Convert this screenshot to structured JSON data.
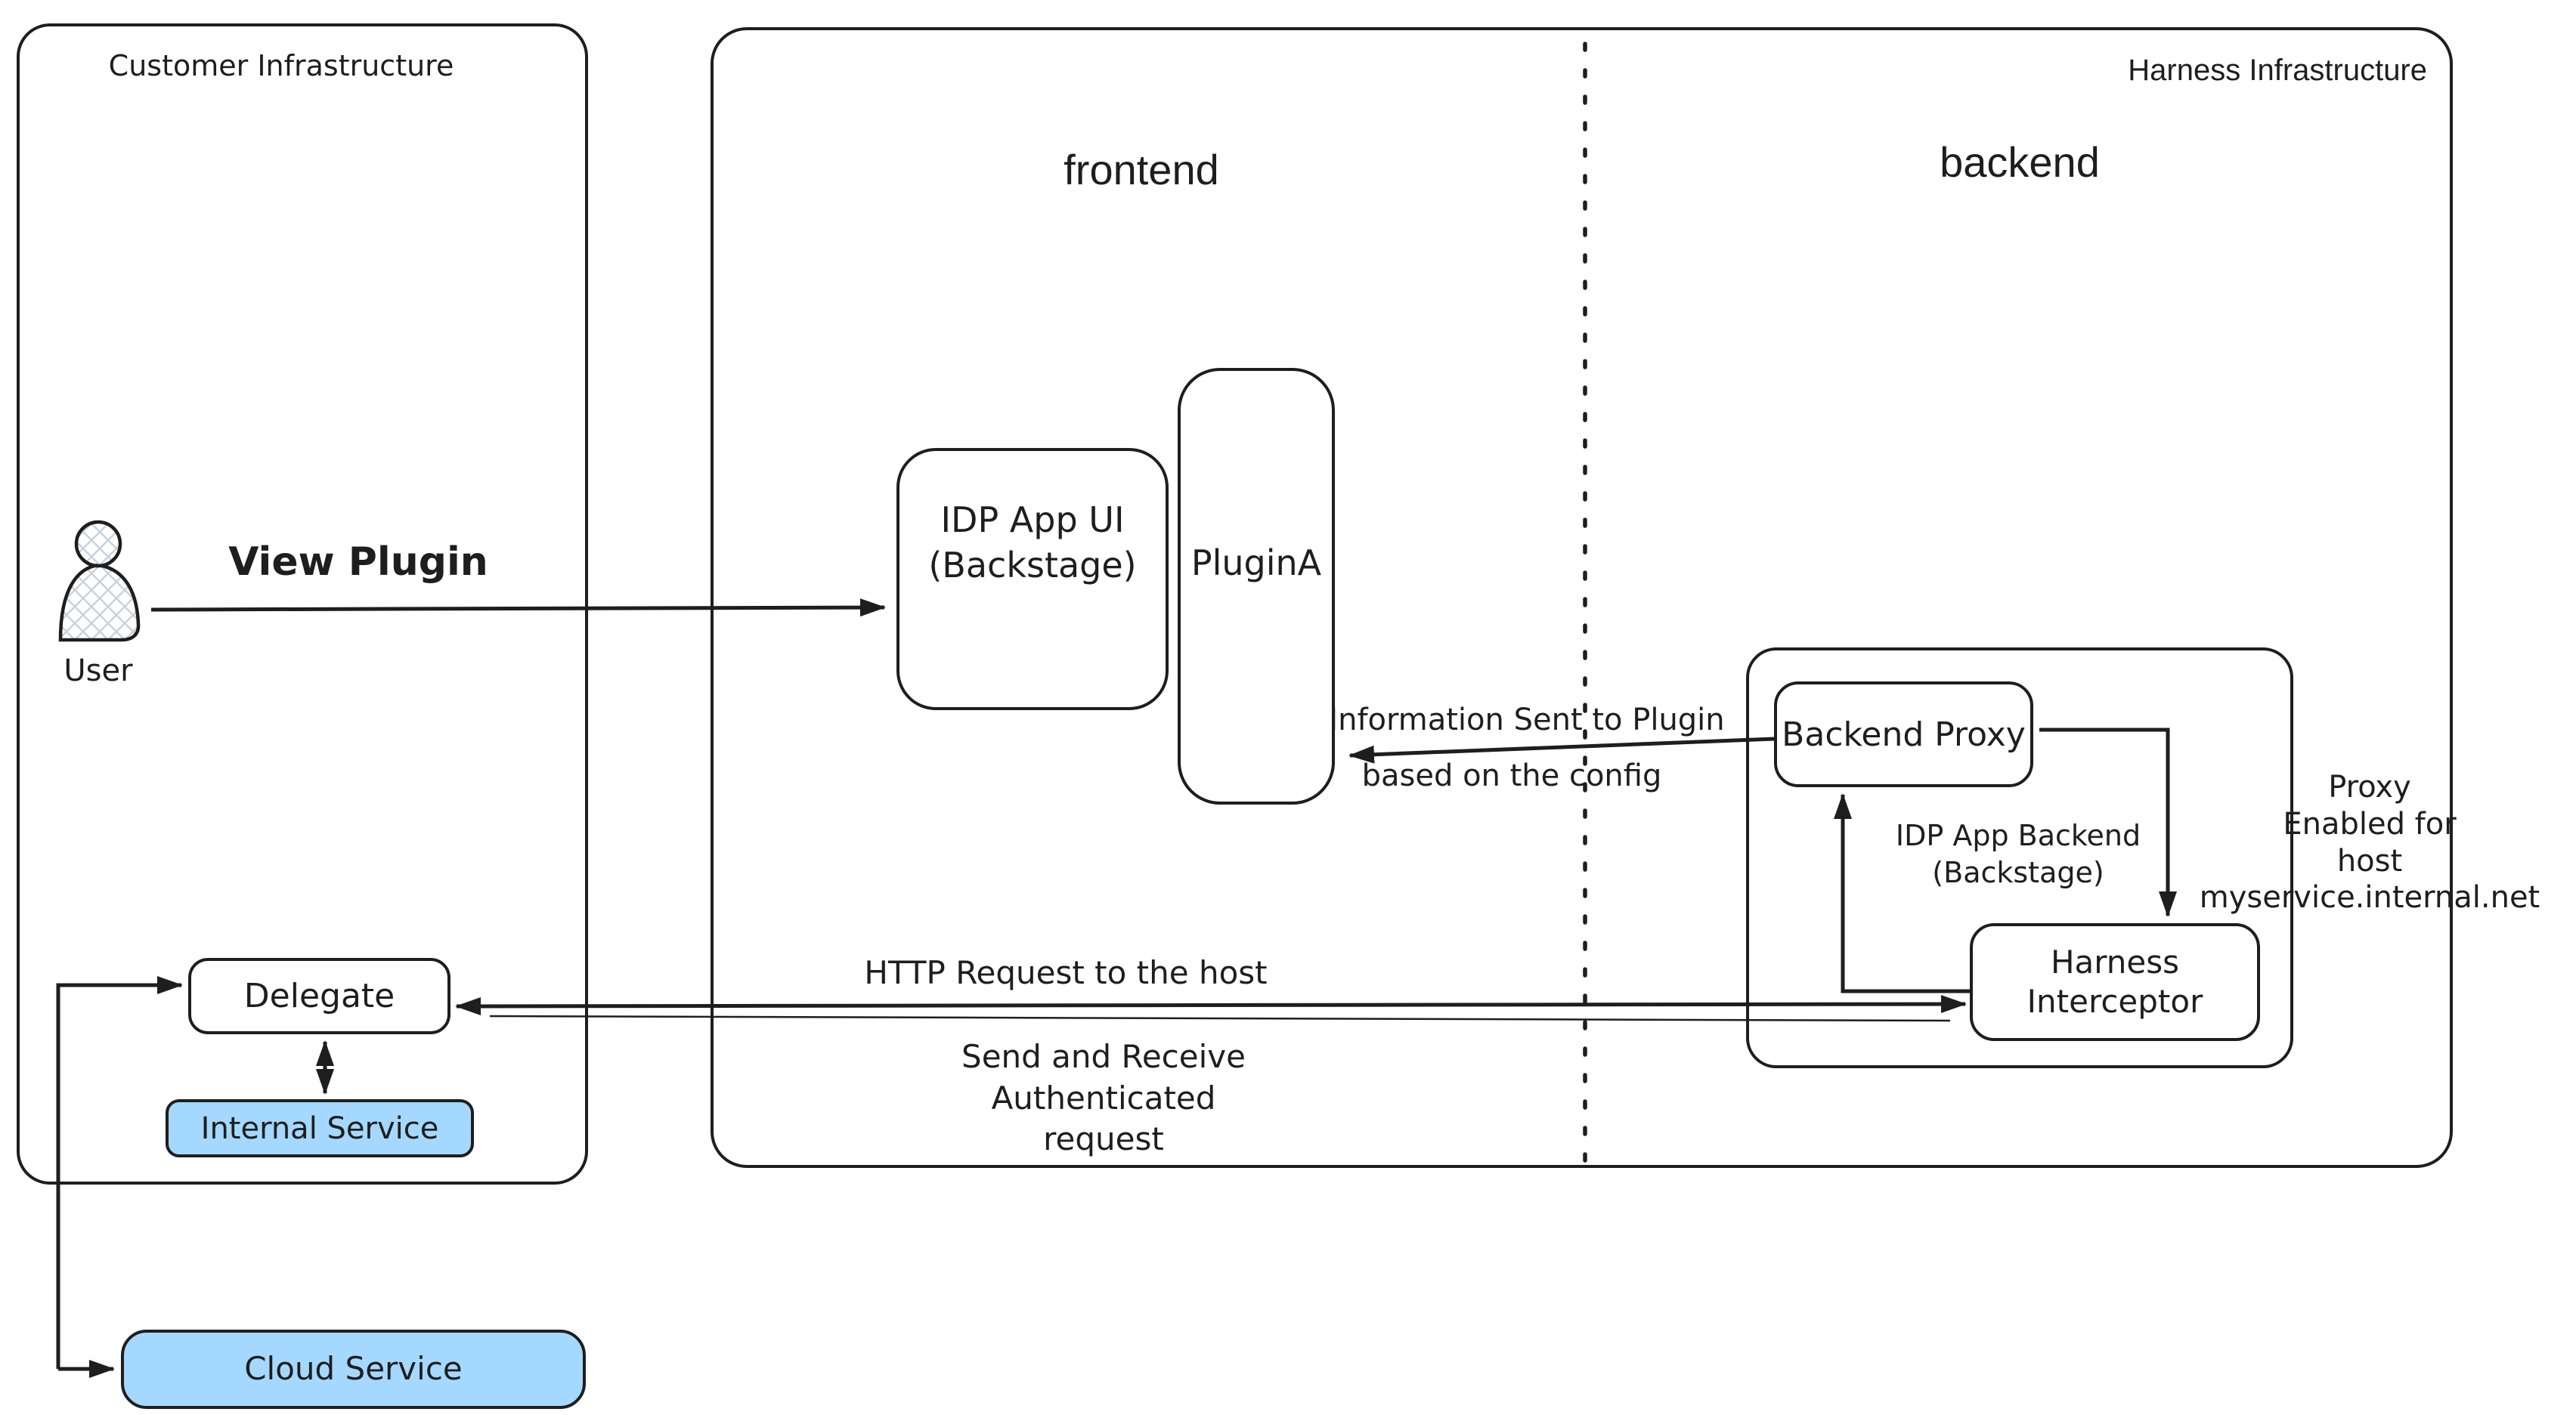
{
  "customer": {
    "label": "Customer Infrastructure",
    "user_label": "User",
    "delegate_label": "Delegate",
    "internal_service_label": "Internal Service",
    "cloud_service_label": "Cloud Service"
  },
  "harness": {
    "label": "Harness Infrastructure",
    "frontend_label": "frontend",
    "backend_label": "backend",
    "idp_app_ui_label": "IDP App UI\n(Backstage)",
    "plugin_a_label": "PluginA",
    "backend_proxy_label": "Backend Proxy",
    "idp_app_backend_label": "IDP App Backend\n(Backstage)",
    "harness_interceptor_label": "Harness\nInterceptor",
    "proxy_note": "Proxy\nEnabled for\nhost myservice.internal.net"
  },
  "flows": {
    "view_plugin": "View Plugin",
    "information_sent_line1": "Information Sent to Plugin",
    "information_sent_line2": "based on the config",
    "http_request": "HTTP Request to the host",
    "send_receive": "Send and Receive Authenticated\nrequest"
  },
  "colors": {
    "stroke": "#1e1e1e",
    "service_fill": "#a5d8ff",
    "background": "#ffffff"
  }
}
